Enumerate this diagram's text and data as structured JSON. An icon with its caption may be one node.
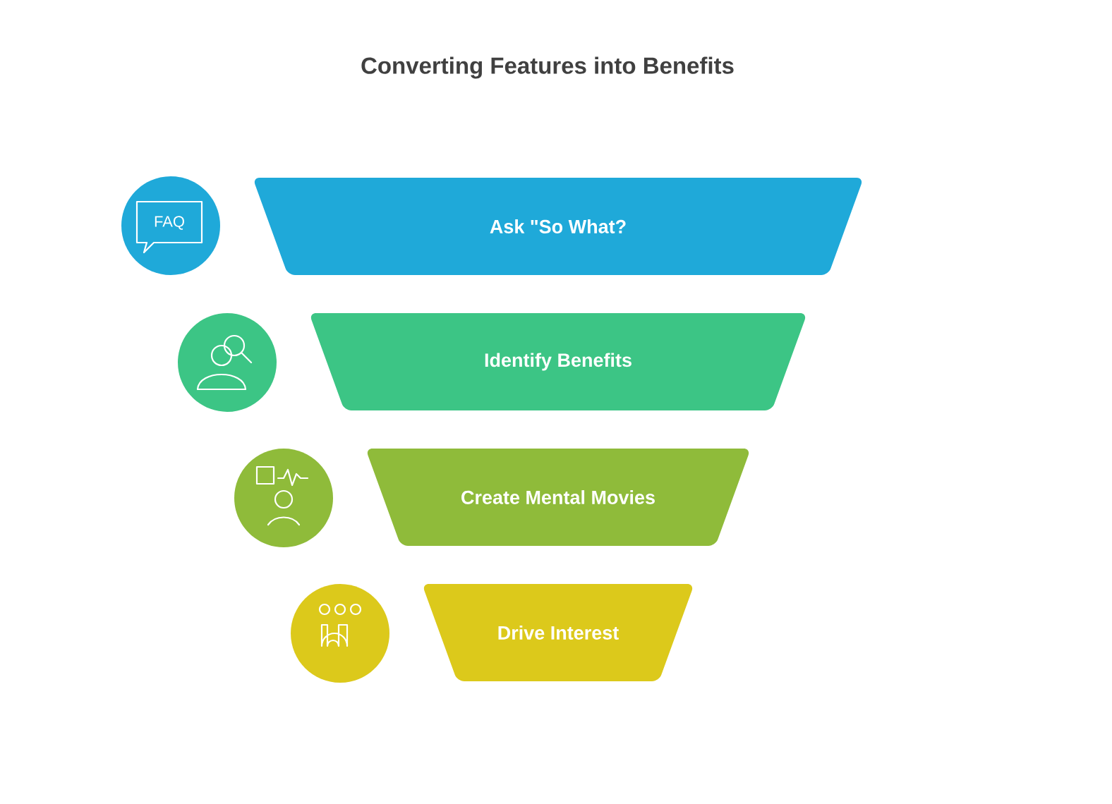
{
  "diagram": {
    "title": "Converting Features into Benefits",
    "nodes": [
      {
        "text": [
          "Ask \"So What?"
        ]
      },
      {
        "text": [
          "Identify Benefits"
        ]
      },
      {
        "text": [
          "Create Mental Movies"
        ]
      },
      {
        "text": [
          "Drive Interest"
        ]
      }
    ],
    "labels": [
      "FAQ"
    ]
  }
}
